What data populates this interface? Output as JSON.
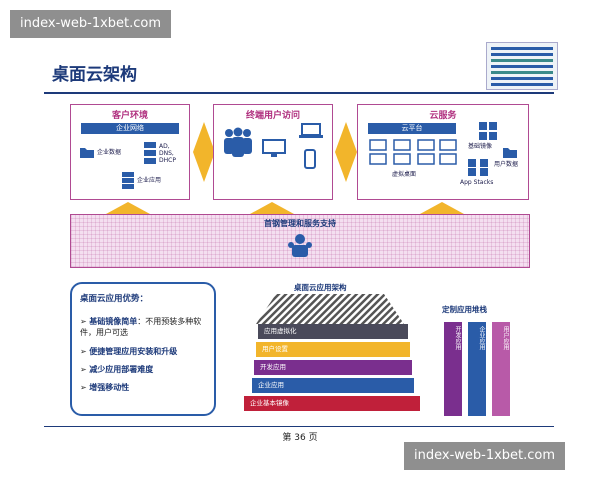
{
  "watermark_top": "index-web-1xbet.com",
  "watermark_bottom": "index-web-1xbet.com",
  "title": "桌面云架构",
  "panels": {
    "client": {
      "title": "客户环境",
      "band": "企业网络",
      "data_label": "企业数据",
      "servers": "AD,\nDNS,\nDHCP",
      "app_label": "企业应用"
    },
    "access": {
      "title": "终端用户访问"
    },
    "cloud": {
      "title": "云服务",
      "band": "云平台",
      "base_image": "基础镜像",
      "user_data": "用户数据",
      "virtual_desktop": "虚拟桌面",
      "app_stacks": "App Stacks"
    }
  },
  "management": {
    "label": "首钢管理和服务支持"
  },
  "advantages": {
    "heading": "桌面云应用优势：",
    "items": [
      {
        "bold": "基础镜像简单",
        "rest": "：不用预装多种软件，用户可选"
      },
      {
        "bold": "便捷管理应用安装和升级",
        "rest": ""
      },
      {
        "bold": "减少应用部署难度",
        "rest": ""
      },
      {
        "bold": "增强移动性",
        "rest": ""
      }
    ]
  },
  "app_arch": {
    "title": "桌面云应用架构",
    "layers": [
      "应用虚拟化",
      "用户设置",
      "开发应用",
      "企业应用",
      "企业基本镜像"
    ],
    "colors": [
      "#4a4a5a",
      "#f2b52b",
      "#7a2f8e",
      "#2a5ca8",
      "#c0203a"
    ]
  },
  "custom_stack": {
    "title": "定制应用堆栈",
    "columns": [
      "开发应用",
      "企业应用",
      "用户应用"
    ],
    "colors": [
      "#7a2f8e",
      "#2a5ca8",
      "#b85aa8"
    ]
  },
  "page_number": "第 36 页"
}
